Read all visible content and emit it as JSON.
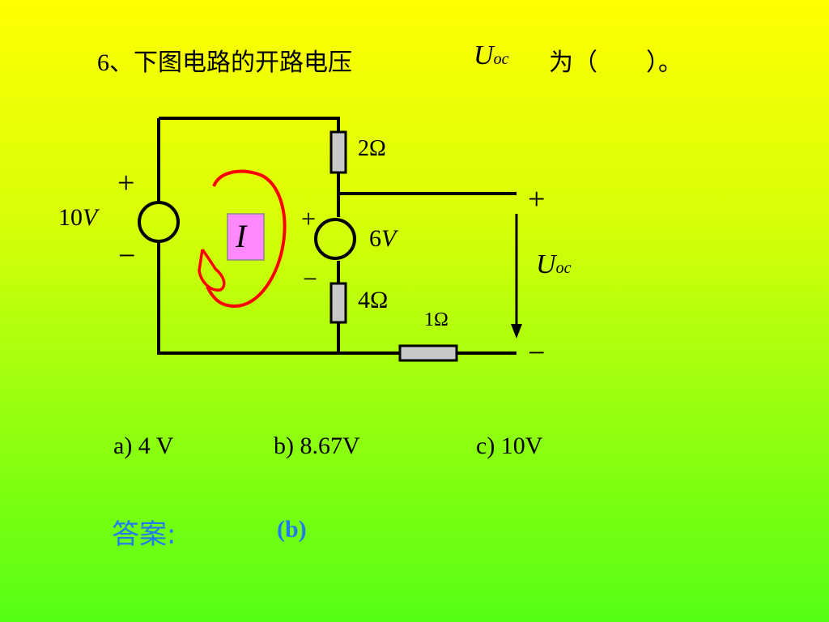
{
  "question": {
    "number_prefix": "6、下图电路的开路电压",
    "var_main": "U",
    "var_sub": "oc",
    "suffix": "为（　　）。"
  },
  "circuit": {
    "source_left": {
      "value": "10",
      "unit": "V",
      "plus": "+",
      "minus": "−"
    },
    "source_mid": {
      "value": "6",
      "unit": "V",
      "plus": "+",
      "minus": "−"
    },
    "r_top": "2Ω",
    "r_mid": "4Ω",
    "r_bottom": "1Ω",
    "loop_current": "I",
    "terminal": {
      "plus": "+",
      "minus": "−",
      "var_main": "U",
      "var_sub": "oc"
    }
  },
  "options": [
    {
      "label": "a)  4 V"
    },
    {
      "label": "b)  8.67V"
    },
    {
      "label": "c) 10V"
    }
  ],
  "answer": {
    "label": "答案:",
    "value": "(b)"
  },
  "colors": {
    "answer": "#1e7cf0",
    "loop_box": "#ff88ff",
    "annotation": "#ff0000",
    "resistor": "#c8c8c8"
  }
}
